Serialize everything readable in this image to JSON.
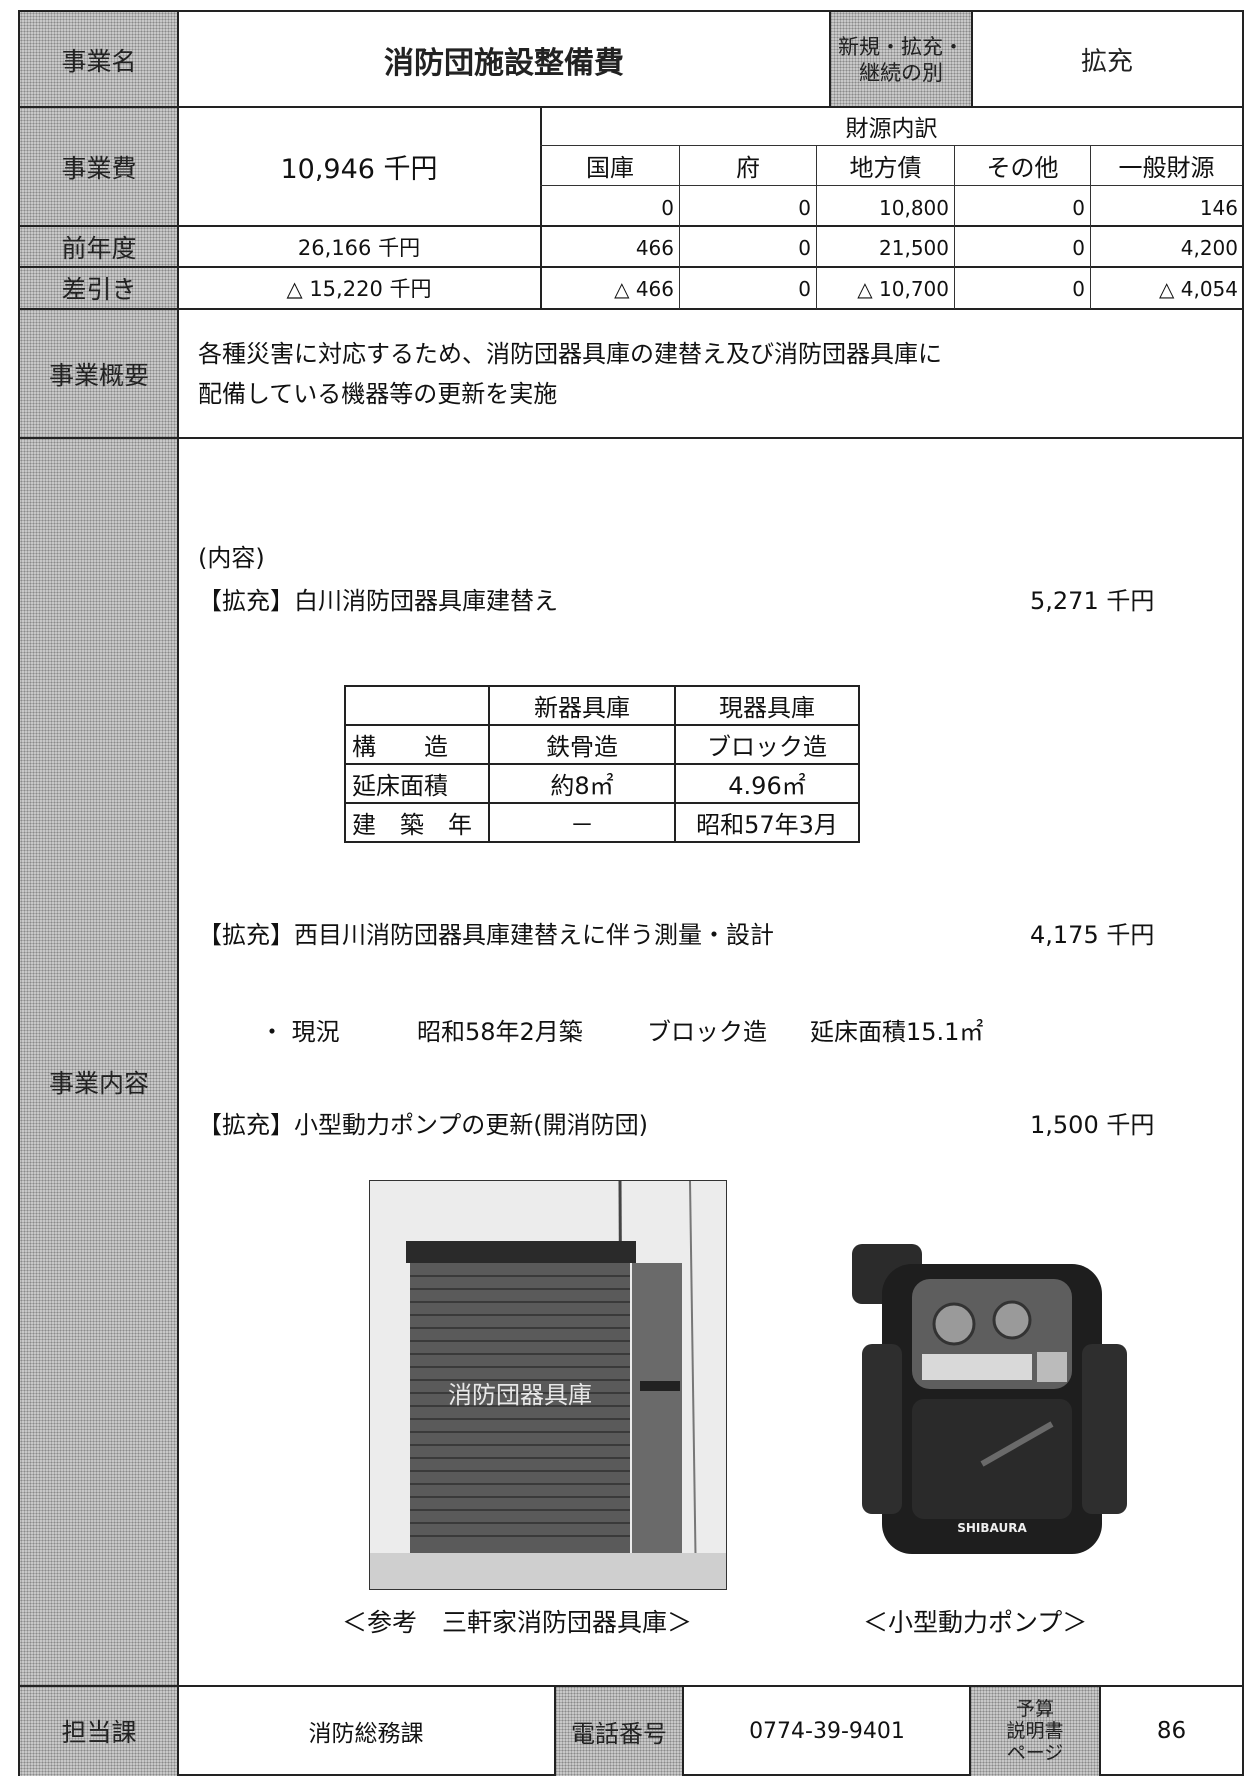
{
  "header": {
    "project_name_label": "事業名",
    "project_name": "消防団施設整備費",
    "category_label_line1": "新規・拡充・",
    "category_label_line2": "継続の別",
    "category_value": "拡充"
  },
  "funding": {
    "breakdown_label": "財源内訳",
    "columns": [
      "国庫",
      "府",
      "地方債",
      "その他",
      "一般財源"
    ],
    "rows": [
      {
        "label": "事業費",
        "total": "10,946 千円",
        "values": [
          "0",
          "0",
          "10,800",
          "0",
          "146"
        ]
      },
      {
        "label": "前年度",
        "total": "26,166 千円",
        "values": [
          "466",
          "0",
          "21,500",
          "0",
          "4,200"
        ]
      },
      {
        "label": "差引き",
        "total": "△ 15,220 千円",
        "values": [
          "△ 466",
          "0",
          "△ 10,700",
          "0",
          "△ 4,054"
        ]
      }
    ]
  },
  "overview": {
    "label": "事業概要",
    "line1": "各種災害に対応するため、消防団器具庫の建替え及び消防団器具庫に",
    "line2": "配備している機器等の更新を実施"
  },
  "content": {
    "label": "事業内容",
    "heading": "(内容)",
    "item1": {
      "title": "【拡充】白川消防団器具庫建替え",
      "amount": "5,271 千円"
    },
    "spec_table": {
      "headers": [
        "",
        "新器具庫",
        "現器具庫"
      ],
      "rows": [
        [
          "構　　造",
          "鉄骨造",
          "ブロック造"
        ],
        [
          "延床面積",
          "約8㎡",
          "4.96㎡"
        ],
        [
          "建　築　年",
          "－",
          "昭和57年3月"
        ]
      ]
    },
    "item2": {
      "title": "【拡充】西目川消防団器具庫建替えに伴う測量・設計",
      "amount": "4,175 千円"
    },
    "current_status": {
      "bullet": "・ 現況",
      "built": "昭和58年2月築",
      "structure": "ブロック造",
      "area": "延床面積15.1㎡"
    },
    "item3": {
      "title": "【拡充】小型動力ポンプの更新(開消防団)",
      "amount": "1,500 千円"
    },
    "photo1_caption": "＜参考　三軒家消防団器具庫＞",
    "photo2_caption": "＜小型動力ポンプ＞",
    "photo1_sign": "消防団器具庫",
    "photo2_brand": "SHIBAURA"
  },
  "footer": {
    "dept_label": "担当課",
    "dept_value": "消防総務課",
    "phone_label": "電話番号",
    "phone_value": "0774-39-9401",
    "page_label_line1": "予算",
    "page_label_line2": "説明書",
    "page_label_line3": "ページ",
    "page_value": "86"
  }
}
